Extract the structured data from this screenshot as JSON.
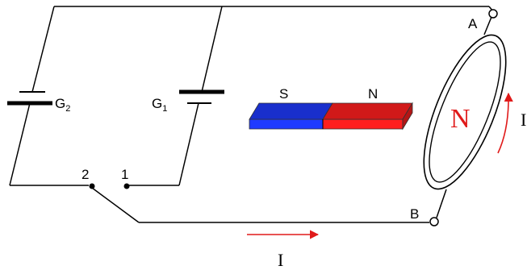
{
  "battery_g2": {
    "letter": "G",
    "sub": "2"
  },
  "battery_g1": {
    "letter": "G",
    "sub": "1"
  },
  "magnet": {
    "south_label": "S",
    "north_label": "N",
    "south_color": "#1f3bff",
    "north_color": "#ff1f1f"
  },
  "coil": {
    "face_label": "N",
    "face_label_color": "#e01a1a"
  },
  "terminals": {
    "a": "A",
    "b": "B"
  },
  "switch": {
    "pos1": "1",
    "pos2": "2"
  },
  "currents": {
    "bottom": "I",
    "coil": "I",
    "arrow_color": "#e01a1a"
  }
}
